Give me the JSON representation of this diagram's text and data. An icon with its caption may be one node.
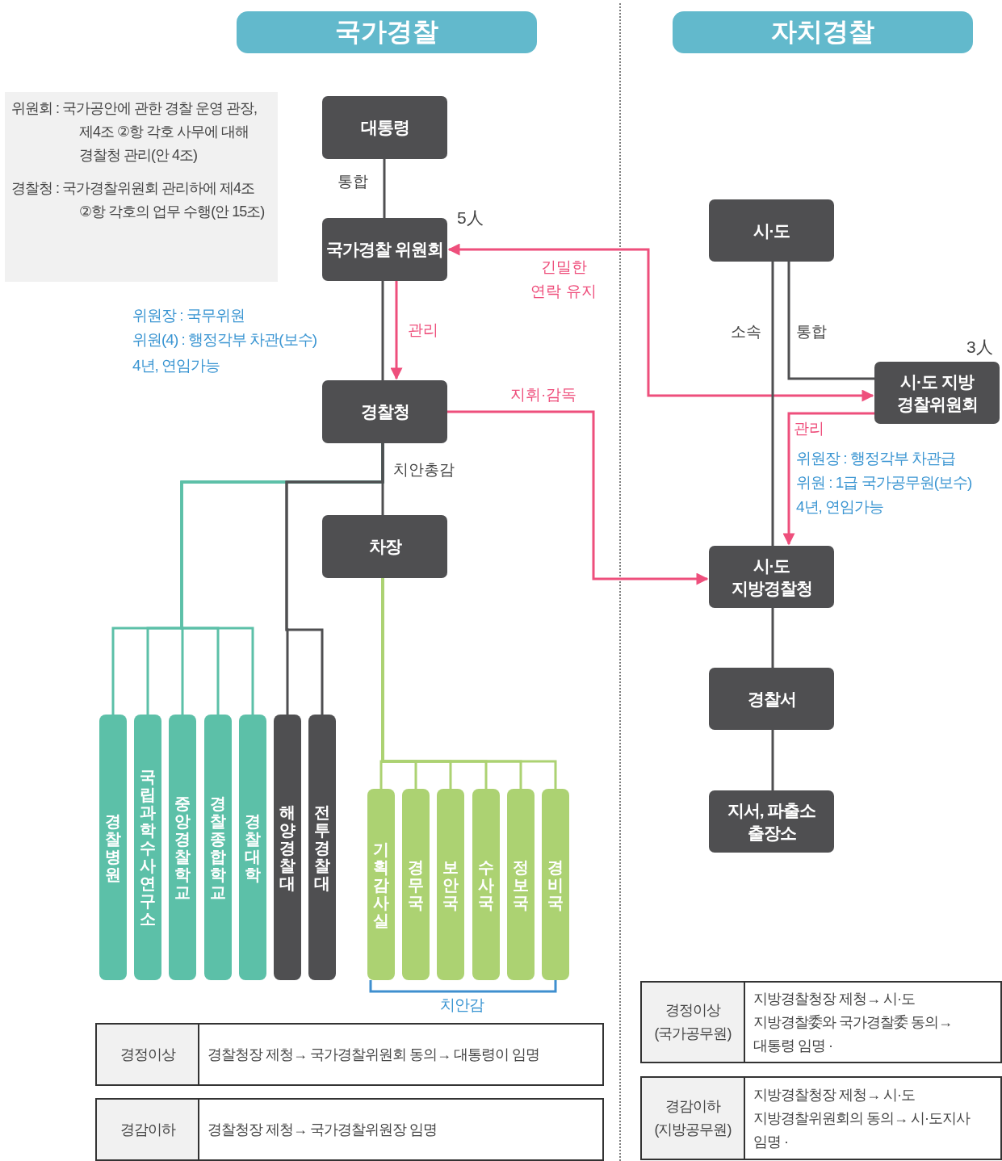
{
  "diagram": {
    "nodes": [
      {
        "text": [
          "국가경찰"
        ]
      },
      {
        "text": [
          "자치경찰"
        ]
      },
      {
        "text": [
          "위원회 : 국가공안에 관한 경찰 운영 관장, 제4조 ②항 각호 사무에 대해 경찰청 관리(안 4조)",
          "경찰청 : 국가경찰위원회 관리하에 제4조 ②항 각호의 업무 수행(안 15조)"
        ]
      },
      {
        "text": [
          "대통령"
        ]
      },
      {
        "text": [
          "국가경찰 위원회"
        ],
        "beside": [
          "5人"
        ]
      },
      {
        "text": [
          "경찰청"
        ]
      },
      {
        "text": [
          "차장"
        ]
      },
      {
        "text": [
          "경찰병원"
        ]
      },
      {
        "text": [
          "국립과학수사연구소"
        ]
      },
      {
        "text": [
          "중앙경찰학교"
        ]
      },
      {
        "text": [
          "경찰종합학교"
        ]
      },
      {
        "text": [
          "경찰대학"
        ]
      },
      {
        "text": [
          "해양경찰대"
        ]
      },
      {
        "text": [
          "전투경찰대"
        ]
      },
      {
        "text": [
          "기획감사실"
        ]
      },
      {
        "text": [
          "경무국"
        ]
      },
      {
        "text": [
          "보안국"
        ]
      },
      {
        "text": [
          "수사국"
        ]
      },
      {
        "text": [
          "정보국"
        ]
      },
      {
        "text": [
          "경비국"
        ]
      },
      {
        "text": [
          "시·도"
        ]
      },
      {
        "text": [
          "시·도 지방 경찰위원회"
        ],
        "beside": [
          "3人"
        ]
      },
      {
        "text": [
          "시·도 지방경찰청"
        ]
      },
      {
        "text": [
          "경찰서"
        ]
      },
      {
        "text": [
          "지서, 파출소 출장소"
        ]
      }
    ],
    "edges": [
      {
        "from": 3,
        "to": 4,
        "arrow": "none",
        "label": "통합"
      },
      {
        "from": 4,
        "to": 5,
        "arrow": "none"
      },
      {
        "from": 4,
        "to": 5,
        "arrow": "to",
        "label": "관리",
        "color": "#ee4f7c"
      },
      {
        "from": 5,
        "to": 6,
        "arrow": "none",
        "label": "치안총감"
      },
      {
        "from": 5,
        "to": 7,
        "arrow": "none",
        "color": "#5cc0a8"
      },
      {
        "from": 5,
        "to": 8,
        "arrow": "none",
        "color": "#5cc0a8"
      },
      {
        "from": 5,
        "to": 9,
        "arrow": "none",
        "color": "#5cc0a8"
      },
      {
        "from": 5,
        "to": 10,
        "arrow": "none",
        "color": "#5cc0a8"
      },
      {
        "from": 5,
        "to": 11,
        "arrow": "none",
        "color": "#5cc0a8"
      },
      {
        "from": 5,
        "to": 12,
        "arrow": "none"
      },
      {
        "from": 5,
        "to": 13,
        "arrow": "none"
      },
      {
        "from": 6,
        "to": 14,
        "arrow": "none",
        "color": "#acd272"
      },
      {
        "from": 6,
        "to": 15,
        "arrow": "none",
        "color": "#acd272"
      },
      {
        "from": 6,
        "to": 16,
        "arrow": "none",
        "color": "#acd272"
      },
      {
        "from": 6,
        "to": 17,
        "arrow": "none",
        "color": "#acd272"
      },
      {
        "from": 6,
        "to": 18,
        "arrow": "none",
        "color": "#acd272"
      },
      {
        "from": 6,
        "to": 19,
        "arrow": "none",
        "color": "#acd272"
      },
      {
        "from": 4,
        "to": 21,
        "arrow": "both",
        "label": "긴밀한 연락 유지",
        "color": "#ee4f7c"
      },
      {
        "from": 5,
        "to": 22,
        "arrow": "to",
        "label": "지휘·감독",
        "color": "#ee4f7c"
      },
      {
        "from": 21,
        "to": 22,
        "arrow": "to",
        "label": "관리",
        "color": "#ee4f7c"
      },
      {
        "from": 20,
        "to": 22,
        "arrow": "none",
        "label": "소속"
      },
      {
        "from": 20,
        "to": 21,
        "arrow": "none",
        "label": "통합"
      },
      {
        "from": 22,
        "to": 23,
        "arrow": "none"
      },
      {
        "from": 23,
        "to": 24,
        "arrow": "none"
      }
    ],
    "labels": [
      "위원장 : 국무위원",
      "위원(4) : 행정각부 차관(보수)",
      "4년, 연임가능",
      "위원장 : 행정각부 차관급",
      "위원 : 1급 국가공무원(보수)",
      "4년, 연임가능",
      "치안감",
      "경정이상",
      "경찰청장 제청→ 국가경찰위원회 동의→ 대통령이 임명",
      "경감이하",
      "경찰청장 제청→ 국가경찰위원장 임명",
      "경정이상 (국가공무원)",
      "지방경찰청장 제청→ 시·도 지방경찰委와 국가경찰委 동의→ 대통령 임명 ·",
      "경감이하 (지방공무원)",
      "지방경찰청장 제청→ 시·도 지방경찰위원회의 동의→ 시·도지사 임명 ·"
    ]
  }
}
